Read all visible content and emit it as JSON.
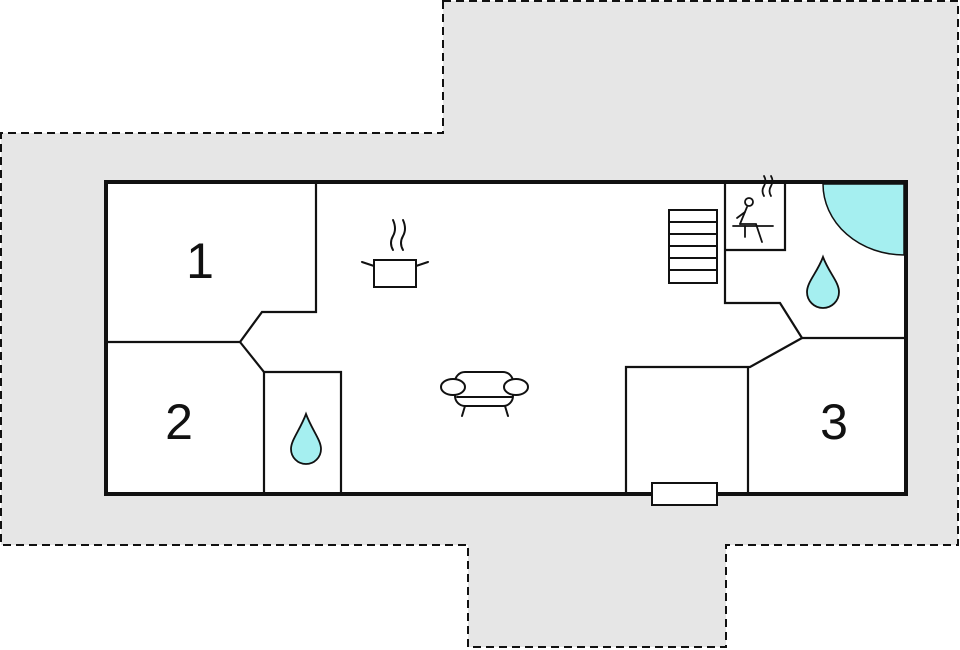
{
  "rooms": [
    {
      "label": "1"
    },
    {
      "label": "2"
    },
    {
      "label": "3"
    }
  ],
  "icons": {
    "kitchen": "cooking-pot-icon",
    "living": "sofa-icon",
    "stairs": "stairs-icon",
    "sauna": "sauna-icon",
    "bathroom_left": "water-drop-icon",
    "bathroom_right": "water-drop-icon",
    "spa": "spa-pool-icon",
    "door": "entrance-door-icon"
  },
  "colors": {
    "terrace": "#e6e6e6",
    "walls": "#111111",
    "water": "#a5eff0",
    "spa": "#a5eff0"
  }
}
